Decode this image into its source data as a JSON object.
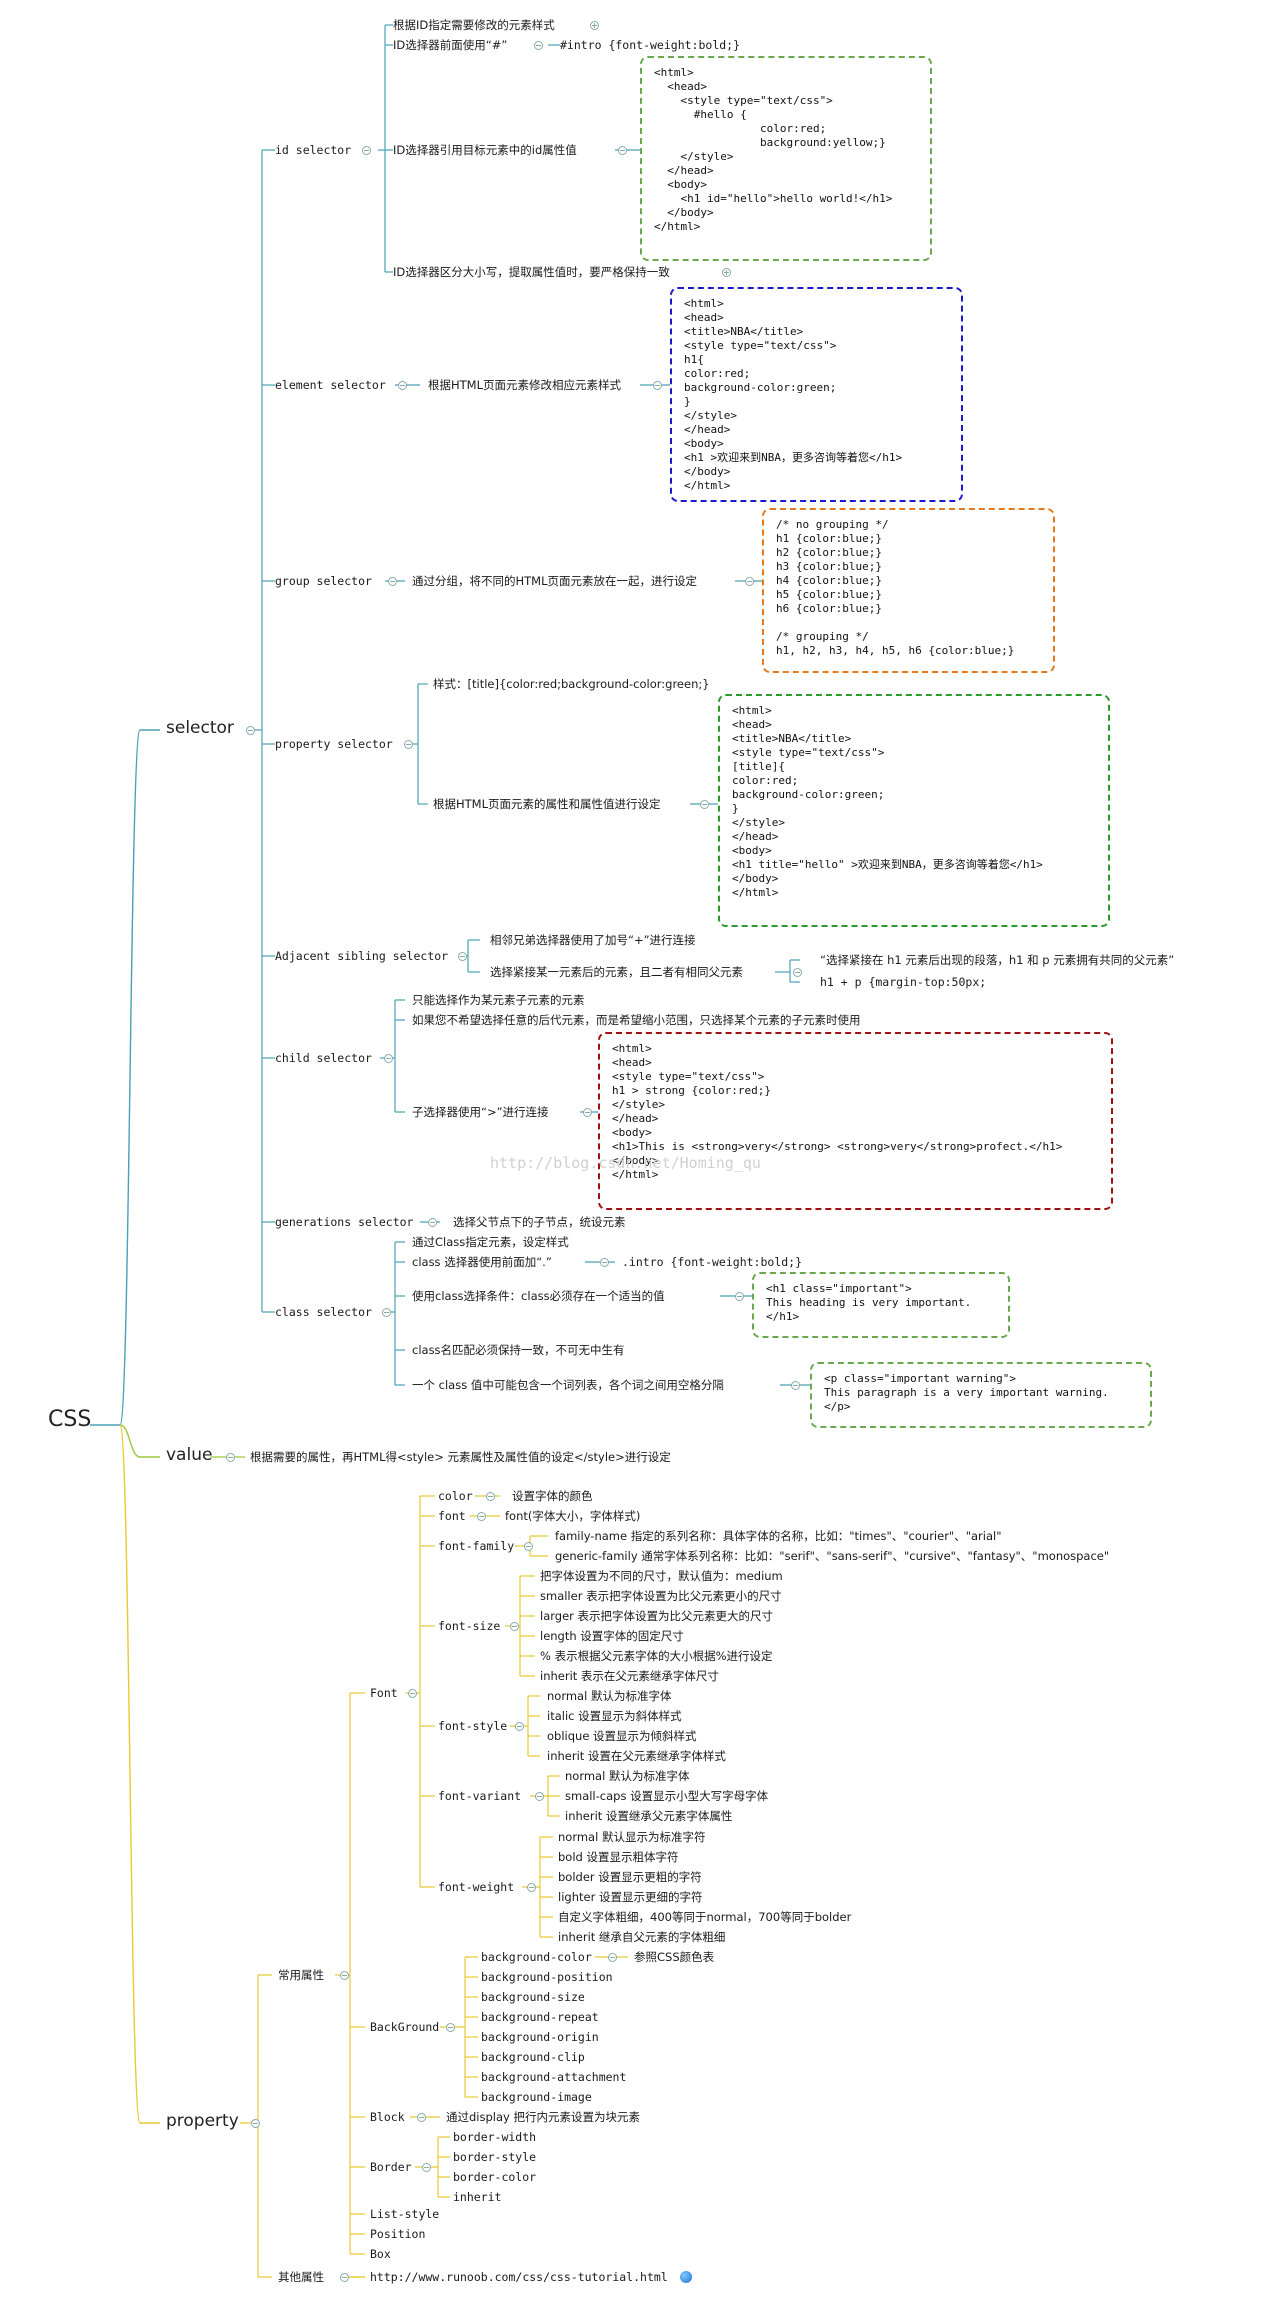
{
  "root": "CSS",
  "branches": {
    "selector": "selector",
    "value": "value",
    "property": "property"
  },
  "selector": {
    "id": {
      "label": "id selector",
      "c1": "根据ID指定需要修改的元素样式",
      "c2": "ID选择器前面使用“#”",
      "c2_example": "#intro {font-weight:bold;}",
      "c3": "ID选择器引用目标元素中的id属性值",
      "c3_code": "<html>\n  <head>\n    <style type=\"text/css\">\n      #hello {\n                color:red;\n                background:yellow;}\n    </style>\n  </head>\n  <body>\n    <h1 id=\"hello\">hello world!</h1>\n  </body>\n</html>",
      "c4": "ID选择器区分大小写，提取属性值时，要严格保持一致"
    },
    "element": {
      "label": "element selector",
      "c1": "根据HTML页面元素修改相应元素样式",
      "code": "<html>\n<head>\n<title>NBA</title>\n<style type=\"text/css\">\nh1{\ncolor:red;\nbackground-color:green;\n}\n</style>\n</head>\n<body>\n<h1 >欢迎来到NBA，更多咨询等着您</h1>\n</body>\n</html>"
    },
    "group": {
      "label": "group selector",
      "c1": "通过分组，将不同的HTML页面元素放在一起，进行设定",
      "code": "/* no grouping */\nh1 {color:blue;}\nh2 {color:blue;}\nh3 {color:blue;}\nh4 {color:blue;}\nh5 {color:blue;}\nh6 {color:blue;}\n\n/* grouping */\nh1, h2, h3, h4, h5, h6 {color:blue;}"
    },
    "property": {
      "label": "property selector",
      "c1": "样式：[title]{color:red;background-color:green;}",
      "c2": "根据HTML页面元素的属性和属性值进行设定",
      "code": "<html>\n<head>\n<title>NBA</title>\n<style type=\"text/css\">\n[title]{\ncolor:red;\nbackground-color:green;\n}\n</style>\n</head>\n<body>\n<h1 title=\"hello\" >欢迎来到NBA，更多咨询等着您</h1>\n</body>\n</html>"
    },
    "adjacent": {
      "label": "Adjacent sibling selector",
      "c1": "相邻兄弟选择器使用了加号“+”进行连接",
      "c2": "选择紧接某一元素后的元素，且二者有相同父元素",
      "c2a": "“选择紧接在 h1 元素后出现的段落，h1 和 p 元素拥有共同的父元素”",
      "c2b": "h1 + p {margin-top:50px;"
    },
    "child": {
      "label": "child selector",
      "c1": "只能选择作为某元素子元素的元素",
      "c2": "如果您不希望选择任意的后代元素，而是希望缩小范围，只选择某个元素的子元素时使用",
      "c3": "子选择器使用“>”进行连接",
      "code": "<html>\n<head>\n<style type=\"text/css\">\nh1 > strong {color:red;}\n</style>\n</head>\n<body>\n<h1>This is <strong>very</strong> <strong>very</strong>profect.</h1>\n</body>\n</html>"
    },
    "generations": {
      "label": "generations selector",
      "c1": "选择父节点下的子节点，统设元素"
    },
    "class": {
      "label": "class selector",
      "c1": "通过Class指定元素，设定样式",
      "c2": "class 选择器使用前面加“.”",
      "c2_example": ".intro {font-weight:bold;}",
      "c3": "使用class选择条件：class必须存在一个适当的值",
      "c3_code": "<h1 class=\"important\">\nThis heading is very important.\n</h1>",
      "c4": "class名匹配必须保持一致，不可无中生有",
      "c5": "一个 class 值中可能包含一个词列表，各个词之间用空格分隔",
      "c5_code": "<p class=\"important warning\">\nThis paragraph is a very important warning.\n</p>"
    }
  },
  "value": {
    "c1": "根据需要的属性，再HTML得<style> 元素属性及属性值的设定</style>进行设定"
  },
  "property": {
    "common": "常用属性",
    "other": "其他属性",
    "other_link": "http://www.runoob.com/css/css-tutorial.html",
    "font": {
      "label": "Font",
      "color": "color",
      "color_desc": "设置字体的颜色",
      "font": "font",
      "font_desc": "font(字体大小，字体样式)",
      "family": "font-family",
      "family_items": [
        "family-name 指定的系列名称：具体字体的名称，比如：\"times\"、\"courier\"、\"arial\"",
        "generic-family 通常字体系列名称：比如：\"serif\"、\"sans-serif\"、\"cursive\"、\"fantasy\"、\"monospace\""
      ],
      "size": "font-size",
      "size_items": [
        "把字体设置为不同的尺寸，默认值为：medium",
        "smaller 表示把字体设置为比父元素更小的尺寸",
        "larger 表示把字体设置为比父元素更大的尺寸",
        "length 设置字体的固定尺寸",
        "% 表示根据父元素字体的大小根据%进行设定",
        "inherit 表示在父元素继承字体尺寸"
      ],
      "style": "font-style",
      "style_items": [
        "normal 默认为标准字体",
        "italic 设置显示为斜体样式",
        "oblique 设置显示为倾斜样式",
        "inherit 设置在父元素继承字体样式"
      ],
      "variant": "font-variant",
      "variant_items": [
        "normal 默认为标准字体",
        "small-caps 设置显示小型大写字母字体",
        "inherit 设置继承父元素字体属性"
      ],
      "weight": "font-weight",
      "weight_items": [
        "normal 默认显示为标准字符",
        "bold 设置显示粗体字符",
        "bolder 设置显示更粗的字符",
        "lighter 设置显示更细的字符",
        "自定义字体粗细，400等同于normal，700等同于bolder",
        "inherit 继承自父元素的字体粗细"
      ]
    },
    "background": {
      "label": "BackGround",
      "items": [
        "background-color",
        "background-position",
        "background-size",
        "background-repeat",
        "background-origin",
        "background-clip",
        "background-attachment",
        "background-image"
      ],
      "color_desc": "参照CSS颜色表"
    },
    "block": {
      "label": "Block",
      "desc": "通过display 把行内元素设置为块元素"
    },
    "border": {
      "label": "Border",
      "items": [
        "border-width",
        "border-style",
        "border-color",
        "inherit"
      ]
    },
    "list_style": "List-style",
    "position": "Position",
    "box": "Box"
  },
  "watermark": "http://blog.csdn.net/Homing_qu",
  "colors": {
    "selector_branch": "#4aa0b8",
    "value_branch": "#9cc93d",
    "property_branch": "#e8c931",
    "box_id": "#6aa84f",
    "box_element": "#1a1acc",
    "box_group": "#e67a1a",
    "box_property": "#2a9a2a",
    "box_child": "#a01010",
    "box_class": "#6aa84f"
  }
}
